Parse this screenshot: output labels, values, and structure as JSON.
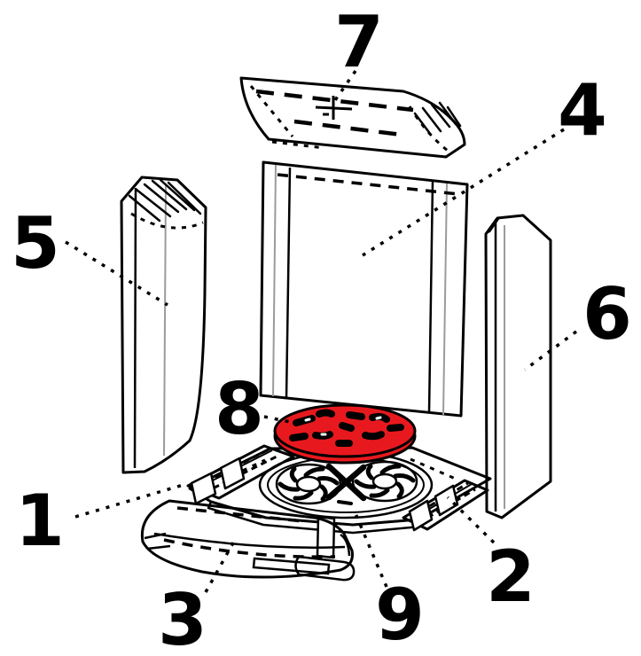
{
  "diagram": {
    "background": "#ffffff",
    "line_color": "#000000",
    "highlight_color": "#e8191e",
    "detail_line_color": "#9b9b9b",
    "highlighted_part_label": "8"
  },
  "parts": [
    {
      "label": "1"
    },
    {
      "label": "2"
    },
    {
      "label": "3"
    },
    {
      "label": "4"
    },
    {
      "label": "5"
    },
    {
      "label": "6"
    },
    {
      "label": "7"
    },
    {
      "label": "8"
    },
    {
      "label": "9"
    }
  ]
}
